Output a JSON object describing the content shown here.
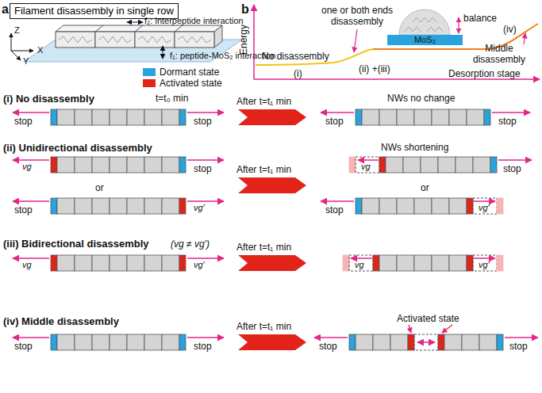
{
  "diagram": {
    "nodes": [
      {
        "text": [
          "Filament disassembly in single row"
        ]
      },
      {
        "text": [
          "MoS₂"
        ]
      }
    ],
    "labels": [
      "a",
      "f₂: interpeptide interaction",
      "f₁: peptide-MoS₂ interaction",
      "Z",
      "X",
      "Y",
      "b",
      "Energy",
      "Desorption stage",
      "No disassembly",
      "(i)",
      "one or both ends disassembly",
      "(ii) +(iii)",
      "balance",
      "(iv)",
      "Middle disassembly",
      "(i) No disassembly",
      "t=t₀ min",
      "stop",
      "stop",
      "After t=t₁ min",
      "NWs no change",
      "stop",
      "stop",
      "(ii) Unidirectional disassembly",
      "vg",
      "stop",
      "After t=t₁ min",
      "NWs shortening",
      "vg",
      "stop",
      "or",
      "or",
      "stop",
      "vg'",
      "stop",
      "vg'",
      "(iii) Bidirectional disassembly",
      "(vg ≠ vg')",
      "vg",
      "vg'",
      "After t=t₁ min",
      "vg",
      "vg'",
      "(iv) Middle disassembly",
      "stop",
      "stop",
      "After t=t₁ min",
      "Activated state",
      "stop",
      "stop"
    ],
    "legend": [
      {
        "text": "Dormant state",
        "color": "#29a3dd"
      },
      {
        "text": "Activated state",
        "color": "#e2231a"
      }
    ]
  }
}
